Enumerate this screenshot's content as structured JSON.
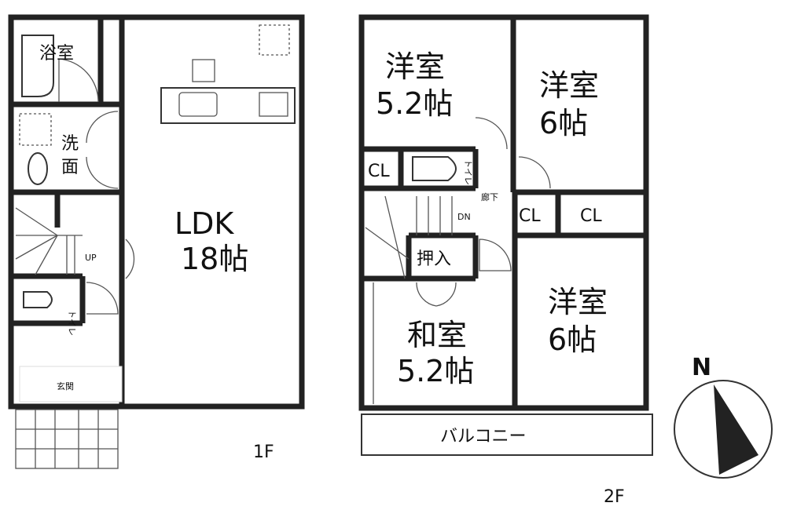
{
  "floor1": {
    "label": "1F",
    "rooms": {
      "bath": "浴室",
      "washroom_line1": "洗",
      "washroom_line2": "面",
      "ldk_line1": "LDK",
      "ldk_line2": "18帖",
      "entrance": "玄関",
      "up": "UP",
      "toilet": "トイレ"
    }
  },
  "floor2": {
    "label": "2F",
    "rooms": {
      "western1_line1": "洋室",
      "western1_line2": "5.2帖",
      "western2_line1": "洋室",
      "western2_line2": "6帖",
      "western3_line1": "洋室",
      "western3_line2": "6帖",
      "japanese_line1": "和室",
      "japanese_line2": "5.2帖",
      "closet_a": "CL",
      "closet_b": "CL",
      "closet_c": "CL",
      "oshiire": "押入",
      "balcony": "バルコニー",
      "hallway": "廊下",
      "down": "DN",
      "toilet": "トイレ"
    }
  },
  "compass": {
    "north": "N"
  }
}
